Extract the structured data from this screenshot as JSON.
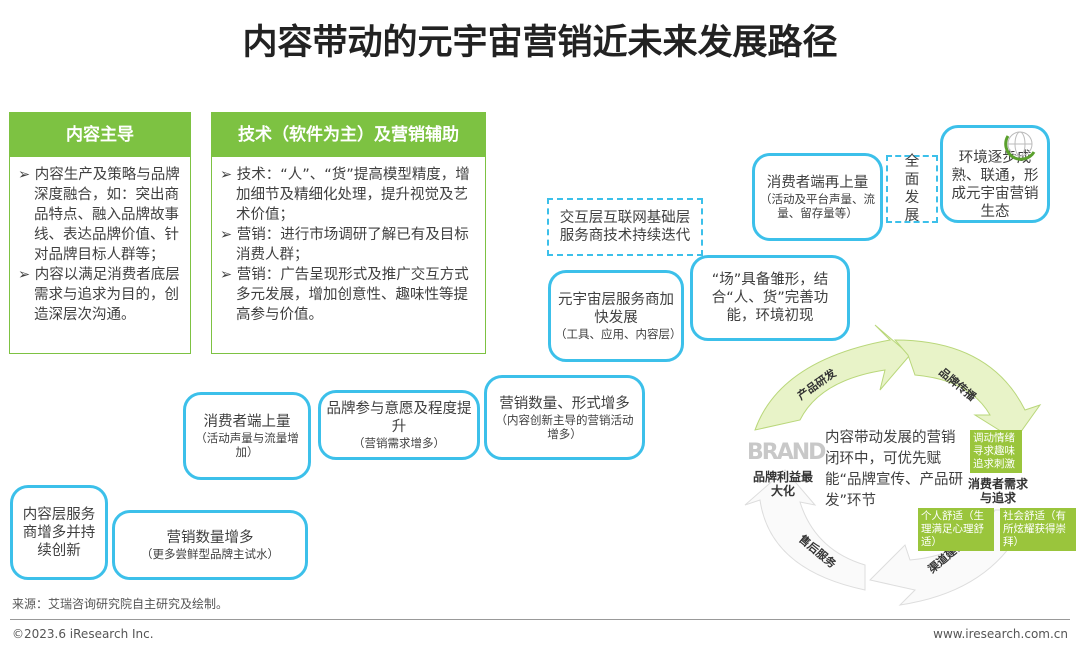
{
  "title": "内容带动的元宇宙营销近未来发展路径",
  "panels": [
    {
      "header": "内容主导",
      "bullets": [
        "内容生产及策略与品牌深度融合，如：突出商品特点、融入品牌故事线、表达品牌价值、针对品牌目标人群等；",
        "内容以满足消费者底层需求与追求为目的，创造深层次沟通。"
      ]
    },
    {
      "header": "技术（软件为主）及营销辅助",
      "bullets": [
        "技术：“人”、“货”提高模型精度，增加细节及精细化处理，提升视觉及艺术价值；",
        "营销：进行市场调研了解已有及目标消费人群；",
        "营销：广告呈现形式及推广交互方式多元发展，增加创意性、趣味性等提高参与价值。"
      ]
    }
  ],
  "steps": [
    {
      "main": "内容层服务商增多并持续创新",
      "sub": ""
    },
    {
      "main": "营销数量增多",
      "sub": "（更多尝鲜型品牌主试水）"
    },
    {
      "main": "消费者端上量",
      "sub": "（活动声量与流量增加）"
    },
    {
      "main": "品牌参与意愿及程度提升",
      "sub": "（营销需求增多）"
    },
    {
      "main": "营销数量、形式增多",
      "sub": "（内容创新主导的营销活动增多）"
    },
    {
      "main": "元宇宙层服务商加快发展",
      "sub": "（工具、应用、内容层）"
    },
    {
      "main": "“场”具备雏形，结合“人、货”完善功能，环境初现",
      "sub": ""
    },
    {
      "main": "交互层互联网基础层服务商技术持续迭代",
      "sub": ""
    },
    {
      "main": "消费者端再上量",
      "sub": "（活动及平台声量、流量、留存量等）"
    },
    {
      "main": "全面发展",
      "sub": ""
    },
    {
      "main": "环境逐步成熟、联通，形成元宇宙营销生态",
      "sub": ""
    }
  ],
  "cycle": {
    "center": "内容带动发展的营销闭环中，可优先赋能“品牌宣传、产品研发”环节",
    "arrows": [
      "产品研发",
      "品牌传播",
      "渠道建设",
      "售后服务"
    ],
    "brand_logo": "BRAND",
    "brand_label": "品牌利益最大化",
    "consumer_label": "消费者需求与追求",
    "tags": [
      "调动情绪寻求趣味追求刺激",
      "个人舒适（生理满足心理舒适）",
      "社会舒适（有所炫耀获得崇拜）"
    ]
  },
  "colors": {
    "green": "#7dc242",
    "cyan": "#3cc0ea",
    "light_green": "#e8f3c8"
  },
  "footer": {
    "source": "来源：艾瑞咨询研究院自主研究及绘制。",
    "copyright": "©2023.6 iResearch Inc.",
    "website": "www.iresearch.com.cn"
  }
}
